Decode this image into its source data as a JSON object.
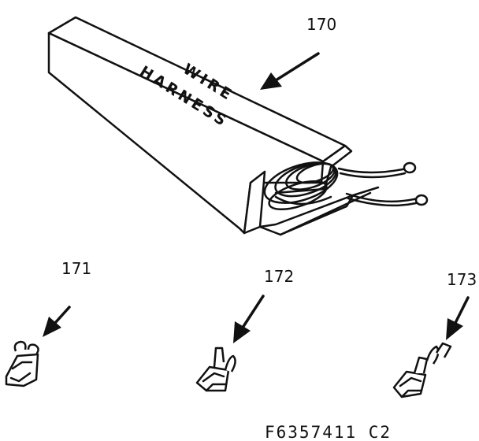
{
  "harness": {
    "callout": "170",
    "label_line1": "WIRE",
    "label_line2": "HARNESS"
  },
  "terminals": [
    {
      "callout": "171"
    },
    {
      "callout": "172"
    },
    {
      "callout": "173"
    }
  ],
  "drawing_code": "F6357411 C2",
  "colors": {
    "ink": "#111111",
    "background": "#ffffff"
  }
}
